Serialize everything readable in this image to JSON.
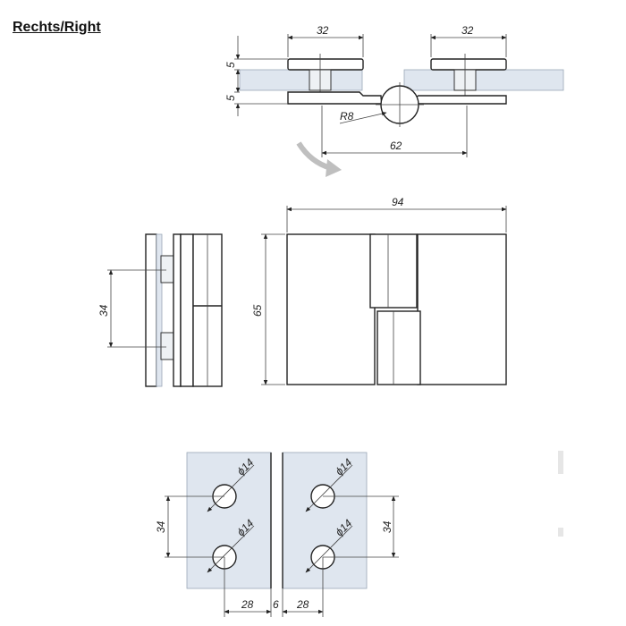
{
  "heading": "Rechts/Right",
  "dimensions": {
    "top_left_width": "32",
    "top_right_width": "32",
    "glass_thickness_upper": "5",
    "glass_thickness_lower": "5",
    "radius": "R8",
    "hinge_span": "62",
    "overall_width": "94",
    "overall_height": "65",
    "side_hole_spacing": "34",
    "hole_diameter_1": "ϕ14",
    "hole_diameter_2": "ϕ14",
    "hole_diameter_3": "ϕ14",
    "hole_diameter_4": "ϕ14",
    "left_hole_spacing": "34",
    "right_hole_spacing": "34",
    "left_edge_distance": "28",
    "gap": "6",
    "right_edge_distance": "28"
  },
  "colors": {
    "glass": "#dfe6ef",
    "line": "#222222",
    "arrow": "#bfbfbf"
  }
}
